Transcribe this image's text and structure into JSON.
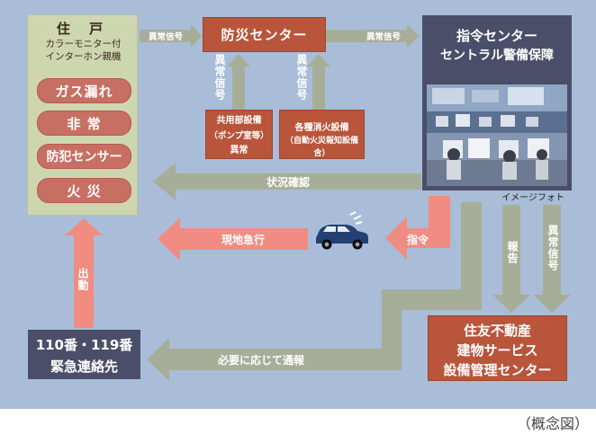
{
  "dwelling": {
    "title": "住 戸",
    "subtitle_1": "カラーモニター付",
    "subtitle_2": "インターホン親機",
    "items": [
      "ガス漏れ",
      "非 常",
      "防犯センサー",
      "火 災"
    ]
  },
  "disaster_center": {
    "label": "防災センター"
  },
  "common_equipment": {
    "line1": "共用部設備",
    "line2": "（ポンプ室等）",
    "line3": "異常"
  },
  "fire_equipment": {
    "line1": "各種消火設備",
    "line2": "（自動火災報知設備含）"
  },
  "command_center": {
    "line1": "指令センター",
    "line2": "セントラル警備保障"
  },
  "image_caption": "イメージフォト",
  "emergency": {
    "line1": "110番・119番",
    "line2": "緊急連絡先"
  },
  "sumitomo": {
    "line1": "住友不動産",
    "line2": "建物サービス",
    "line3": "設備管理センター"
  },
  "arrows": {
    "abnormal_signal_small_1": "異常信号",
    "abnormal_signal_small_2": "異常信号",
    "abnormal_signal_v1": "異常信号",
    "abnormal_signal_v2": "異常信号",
    "status_check": "状況確認",
    "rush_to_site": "現地急行",
    "command": "指令",
    "dispatch": "出動",
    "report": "報告",
    "abnormal_signal_v3": "異常信号",
    "notify_if_needed": "必要に応じて通報"
  },
  "footnote": "（概念図）",
  "colors": {
    "background": "#a9bdd8",
    "grey_arrow": "#a7ae98",
    "pink_arrow": "#f08c82",
    "brown_box": "#b8553b",
    "navy_box": "#4a4e68",
    "dwelling_panel": "#ced6b0",
    "pill": "#c86f64"
  },
  "icons": [
    "patrol-car-icon",
    "signal-wave-icon",
    "office-photo"
  ]
}
